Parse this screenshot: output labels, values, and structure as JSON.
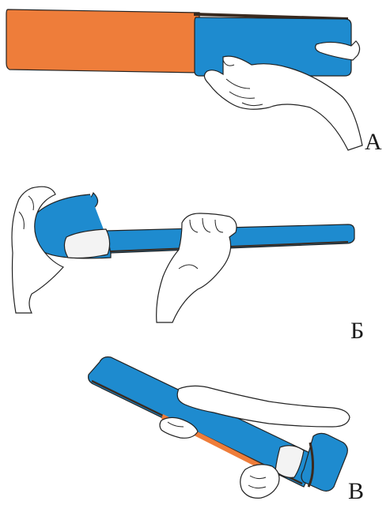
{
  "panels": [
    {
      "label": "А"
    },
    {
      "label": "Б"
    },
    {
      "label": "В"
    }
  ],
  "colors": {
    "orange": "#ee7d3a",
    "blue": "#1e8bcf",
    "dark_band": "#3a2a1f",
    "outline": "#222222",
    "skin": "#ffffff",
    "tape": "#f3f3f3"
  }
}
